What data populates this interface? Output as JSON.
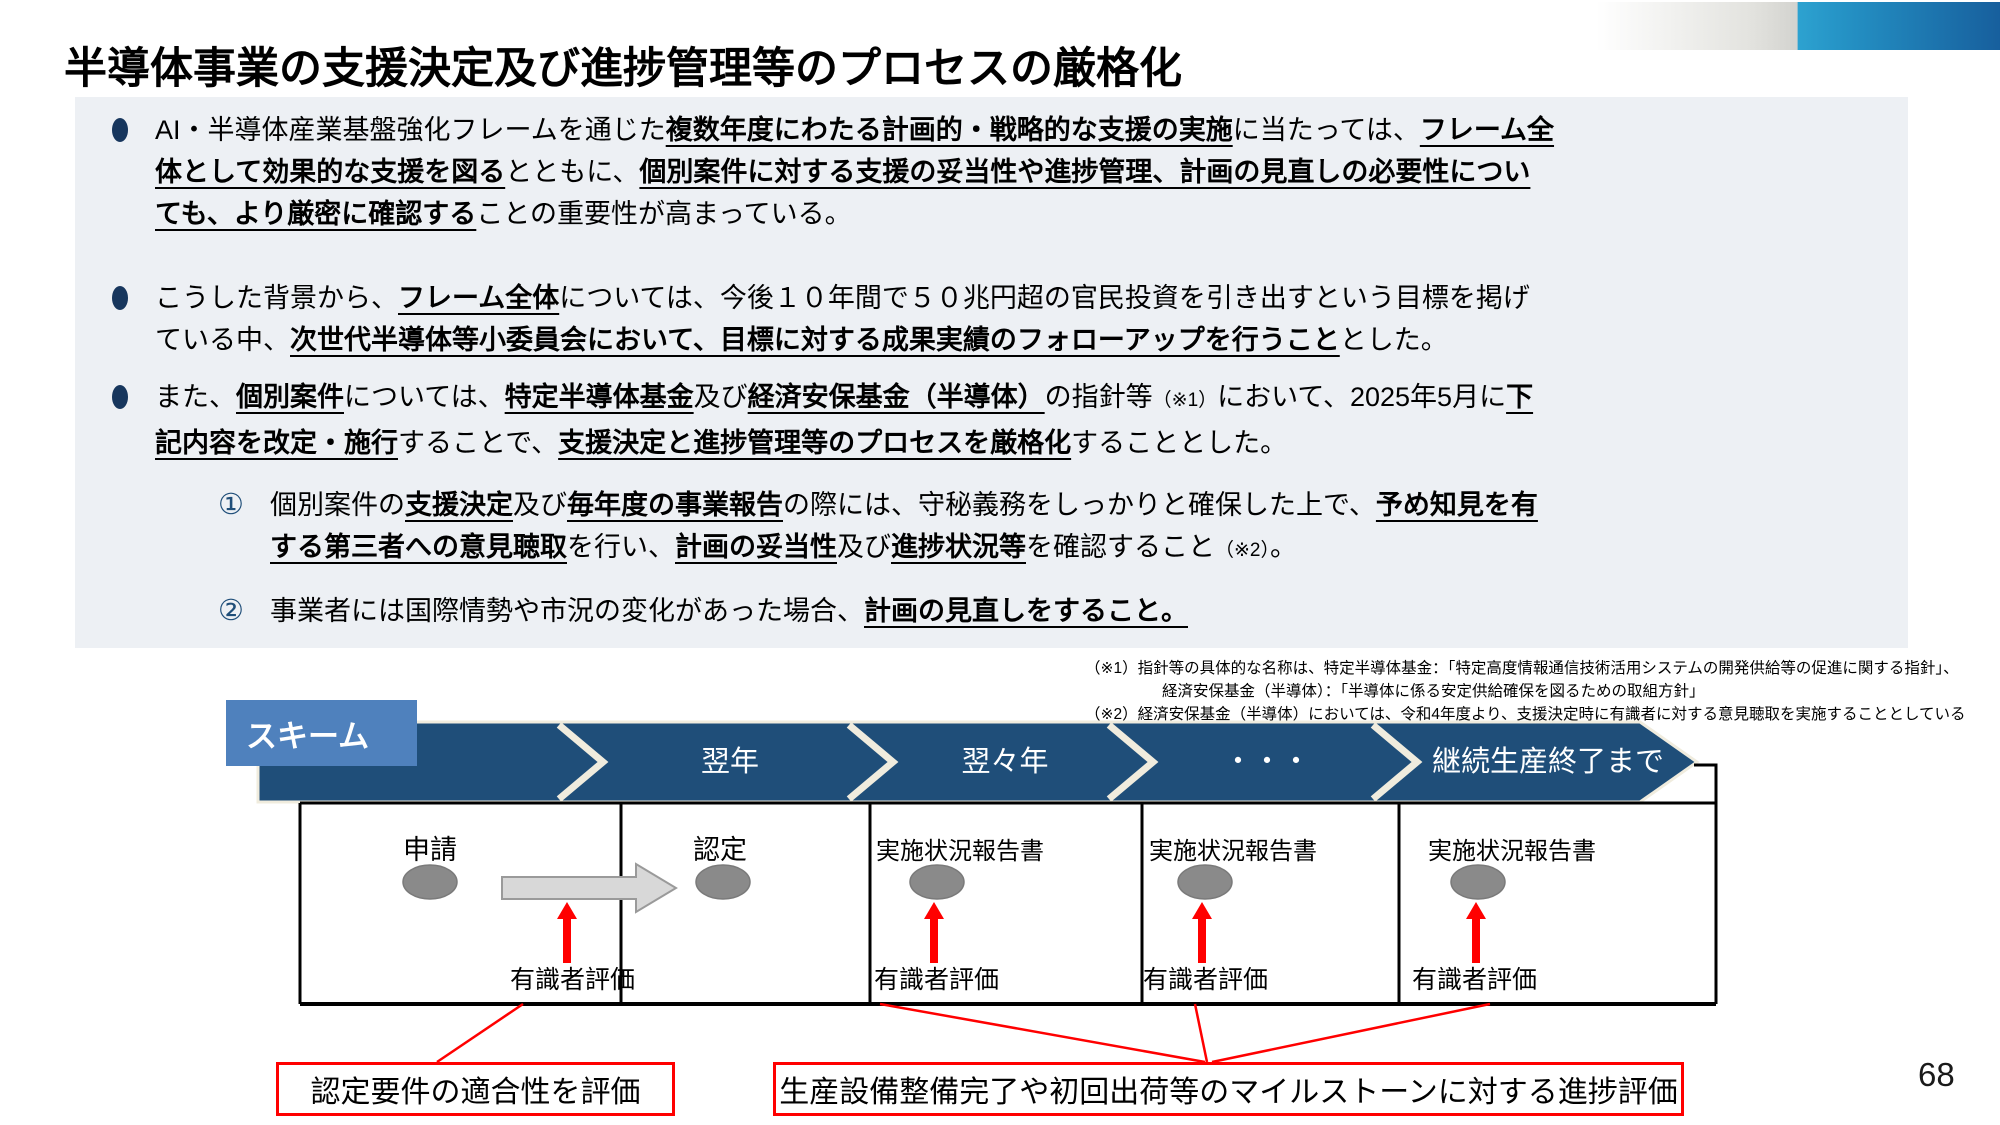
{
  "colors": {
    "band_navy": "#1f4e79",
    "band_cream": "#f0ecde",
    "band_cyan": "#2da2d0",
    "topbar_blue": "#175f9d",
    "scheme_blue": "#4f81bd",
    "gray_box": "#edf0f4",
    "bullet_navy": "#17365d",
    "number_blue": "#1f4e79",
    "accent_red": "#ff0000",
    "oval_gray": "#8a8a8a",
    "flow_arrow_gray": "#d8d8d8"
  },
  "title": "半導体事業の支援決定及び進捗管理等のプロセスの厳格化",
  "page_number": "68",
  "panel": {
    "bullets": [
      {
        "segments": [
          {
            "t": "AI・半導体産業基盤強化フレームを通じた"
          },
          {
            "t": "複数年度にわたる計画的・戦略的な支援の実施",
            "b": true
          },
          {
            "t": "に当たっては、"
          },
          {
            "t": "フレーム全体として効果的な支援を図る",
            "b": true
          },
          {
            "t": "とともに、"
          },
          {
            "t": "個別案件に対する支援の妥当性や進捗管理、計画の見直しの必要性についても、より厳密に確認する",
            "b": true
          },
          {
            "t": "ことの重要性が高まっている。"
          }
        ]
      },
      {
        "segments": [
          {
            "t": "こうした背景から、"
          },
          {
            "t": "フレーム全体",
            "b": true
          },
          {
            "t": "については、今後１０年間で５０兆円超の官民投資を引き出すという目標を掲げている中、"
          },
          {
            "t": "次世代半導体等小委員会において、目標に対する成果実績のフォローアップを行うこと",
            "b": true
          },
          {
            "t": "とした。"
          }
        ]
      },
      {
        "segments": [
          {
            "t": "また、"
          },
          {
            "t": "個別案件",
            "b": true
          },
          {
            "t": "については、"
          },
          {
            "t": "特定半導体基金",
            "b": true
          },
          {
            "t": "及び"
          },
          {
            "t": "経済安保基金（半導体）",
            "b": true
          },
          {
            "t": "の指針等"
          },
          {
            "t": "（※1）",
            "s": true
          },
          {
            "t": "において、2025年5月に"
          },
          {
            "t": "下記内容を改定・施行",
            "b": true
          },
          {
            "t": "することで、"
          },
          {
            "t": "支援決定と進捗管理等のプロセスを厳格化",
            "b": true
          },
          {
            "t": "することとした。"
          }
        ]
      }
    ],
    "numbered": [
      {
        "marker": "①",
        "segments": [
          {
            "t": "個別案件の"
          },
          {
            "t": "支援決定",
            "b": true
          },
          {
            "t": "及び"
          },
          {
            "t": "毎年度の事業報告",
            "b": true
          },
          {
            "t": "の際には、守秘義務をしっかりと確保した上で、"
          },
          {
            "t": "予め知見を有する第三者への意見聴取",
            "b": true
          },
          {
            "t": "を行い、"
          },
          {
            "t": "計画の妥当性",
            "b": true
          },
          {
            "t": "及び"
          },
          {
            "t": "進捗状況等",
            "b": true
          },
          {
            "t": "を確認すること"
          },
          {
            "t": "（※2）",
            "s": true
          },
          {
            "t": "。"
          }
        ]
      },
      {
        "marker": "②",
        "segments": [
          {
            "t": "事業者には国際情勢や市況の変化があった場合、"
          },
          {
            "t": "計画の見直しをすること。",
            "b": true
          }
        ]
      }
    ]
  },
  "footnotes": {
    "line1": "（※1）指針等の具体的な名称は、特定半導体基金：「特定高度情報通信技術活用システムの開発供給等の促進に関する指針」、",
    "line2": "経済安保基金（半導体）：「半導体に係る安定供給確保を図るための取組方針」",
    "line3": "（※2）経済安保基金（半導体）においては、令和4年度より、支援決定時に有識者に対する意見聴取を実施することとしている"
  },
  "scheme": {
    "label": "スキーム",
    "band_labels": [
      "",
      "翌年",
      "翌々年",
      "・・・",
      "継続生産終了まで"
    ],
    "application_label": "申請",
    "certification_label": "認定",
    "report_labels": [
      "実施状況報告書",
      "実施状況報告書",
      "実施状況報告書"
    ],
    "expert_labels": [
      "有識者評価",
      "有識者評価",
      "有識者評価",
      "有識者評価"
    ],
    "callout_box1": "認定要件の適合性を評価",
    "callout_box2": "生産設備整備完了や初回出荷等のマイルストーンに対する進捗評価"
  }
}
